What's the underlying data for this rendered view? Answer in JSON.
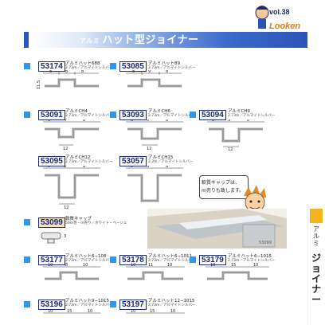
{
  "logo": {
    "vol": "vol.38",
    "name": "Looken"
  },
  "header": {
    "prefix": "アルミ",
    "title": "ハット型ジョイナー"
  },
  "products": [
    {
      "code": "53174",
      "name": "アルミハット688",
      "sub": "2.73m／アルマイトシルバー"
    },
    {
      "code": "53085",
      "name": "アルミハット89",
      "sub": "2.73m／アルマイトシルバー"
    },
    {
      "code": "53091",
      "name": "アルミCH4",
      "sub": "2.73m／アルマイトシルバー"
    },
    {
      "code": "53093",
      "name": "アルミCH6",
      "sub": "2.73m／アルマイトシルバー"
    },
    {
      "code": "53094",
      "name": "アルミCH9",
      "sub": "2.73m／アルマイトシルバー"
    },
    {
      "code": "53095",
      "name": "アルミCH12",
      "sub": "2.73m／アルマイトシルバー"
    },
    {
      "code": "53057",
      "name": "アルミCH15",
      "sub": "2.2m／アルマイトシルバー"
    },
    {
      "code": "53099",
      "name": "軟質キャップ",
      "sub": "50m巻・m売り／ホワイト・ベージュ"
    },
    {
      "code": "53177",
      "name": "アルミハット6−108",
      "sub": "2.73m／アルマイトシルバー"
    },
    {
      "code": "53178",
      "name": "アルミハット6−1011",
      "sub": "2.73m／アルマイトシルバー"
    },
    {
      "code": "53179",
      "name": "アルミハット6−1015",
      "sub": "2.73m／アルマイトシルバー"
    },
    {
      "code": "53196",
      "name": "アルミハット9−1015",
      "sub": "2.73m／アルマイトシルバー"
    },
    {
      "code": "53197",
      "name": "アルミハット12−1015",
      "sub": "2.73m／アルマイトシルバー"
    }
  ],
  "dims": {
    "d8": "8",
    "d11": "11.5",
    "d12": "12",
    "d10": "10",
    "d11b": "11",
    "d15": "15",
    "d3": "3",
    "d9": "9",
    "d4": "4",
    "d6": "6",
    "d5": "5"
  },
  "callout": {
    "line1": "軟質キャップは、",
    "line2": "m売りも致します。"
  },
  "photo_label": "53099",
  "side": {
    "sub": "アルミ",
    "main": "ジョイナー"
  },
  "colors": {
    "navy": "#1c2a6c",
    "accent": "#2f97e6",
    "orange": "#f4b21b"
  }
}
